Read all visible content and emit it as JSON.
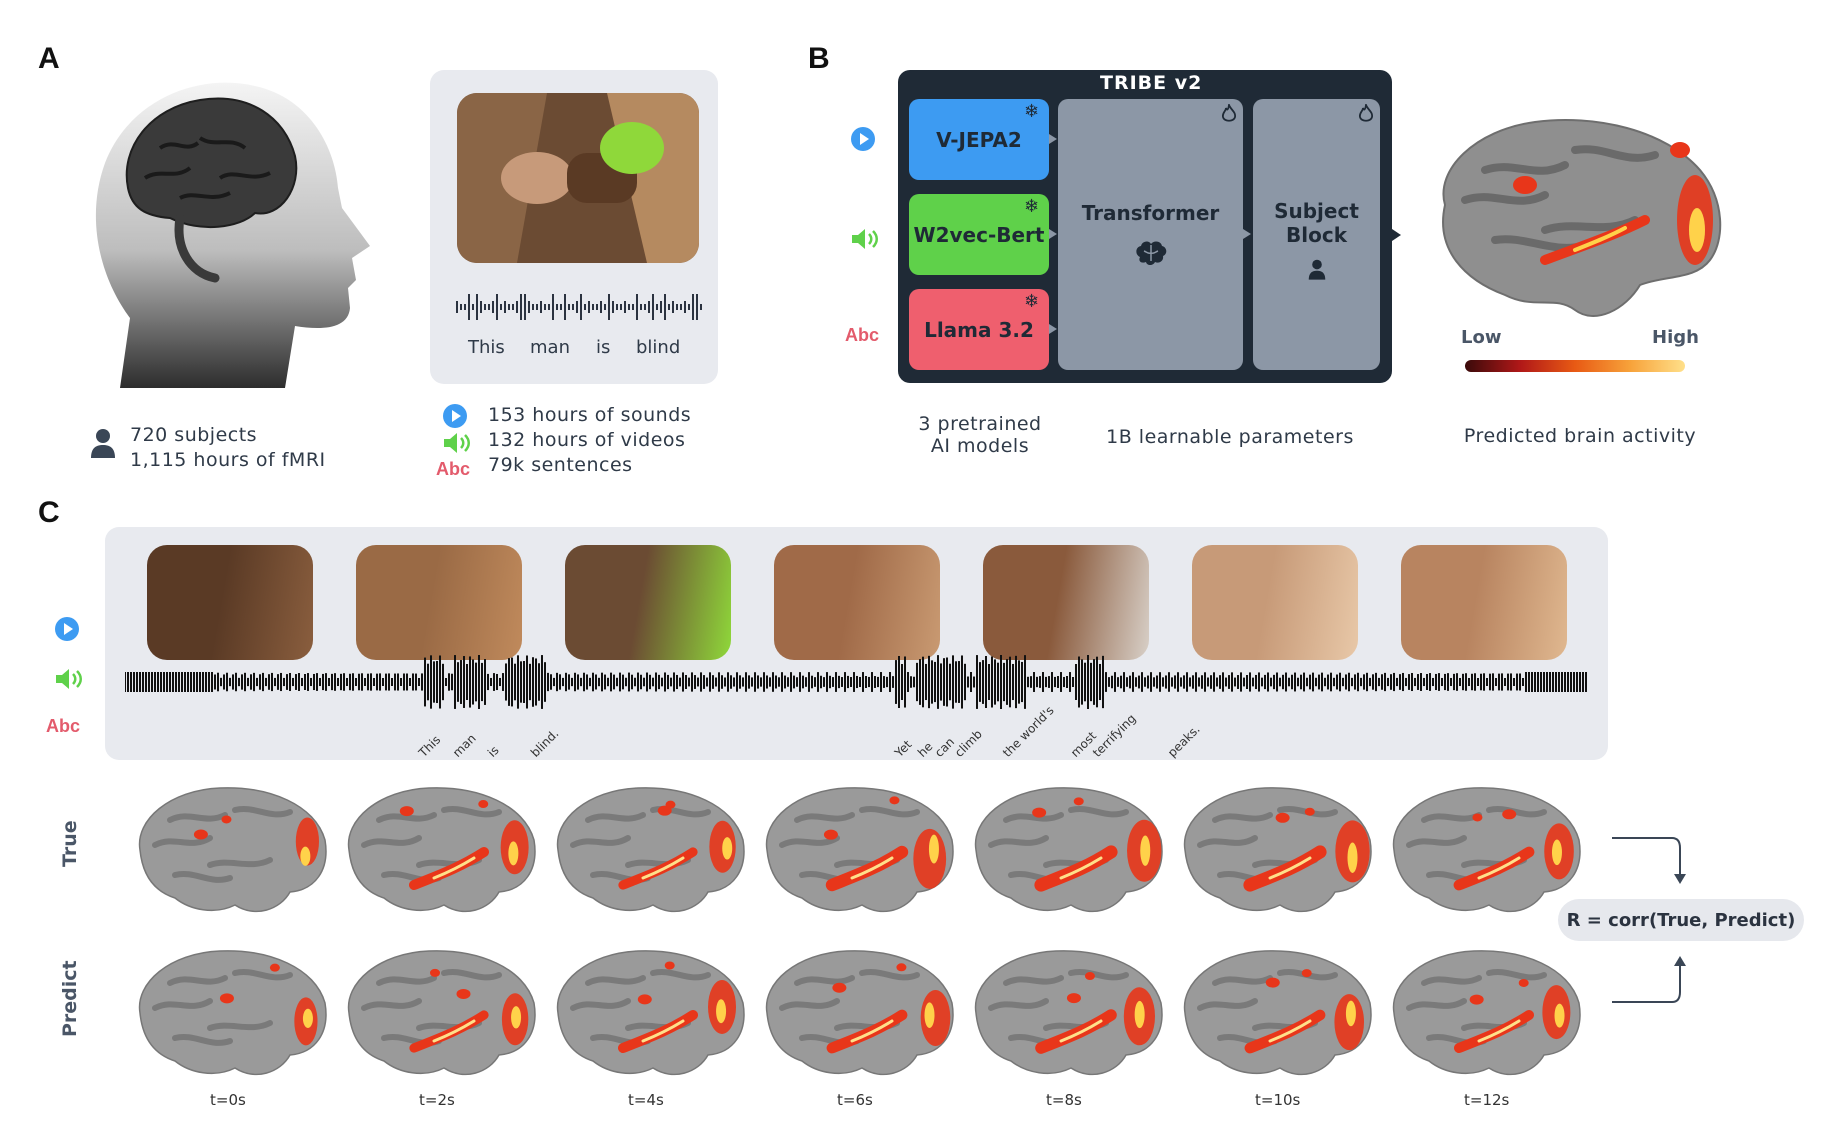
{
  "panels": {
    "a": "A",
    "b": "B",
    "c": "C"
  },
  "panel_a": {
    "subjects": "720  subjects",
    "fmri_hours": "1,115  hours  of  fMRI",
    "transcript_words": [
      "This",
      "man",
      "is",
      "blind"
    ],
    "stats": {
      "sounds": "153  hours  of  sounds",
      "videos": "132  hours  of  videos",
      "sentences": "79k  sentences"
    },
    "text_modality_label": "Abc"
  },
  "panel_b": {
    "title": "TRIBE  v2",
    "models": [
      {
        "label": "V-JEPA2",
        "color": "#3d9bf2"
      },
      {
        "label": "W2vec-Bert",
        "color": "#5fd14a"
      },
      {
        "label": "Llama  3.2",
        "color": "#ef5f6e"
      }
    ],
    "transformer": "Transformer",
    "subject_block_line1": "Subject",
    "subject_block_line2": "Block",
    "text_modality_label": "Abc",
    "captions": {
      "pretrained_line1": "3  pretrained",
      "pretrained_line2": "AI  models",
      "learnable": "1B  learnable  parameters",
      "predicted": "Predicted  brain  activity"
    },
    "colorbar": {
      "low": "Low",
      "high": "High"
    }
  },
  "panel_c": {
    "text_modality_label": "Abc",
    "transcript": [
      "This",
      "man",
      "is",
      "blind.",
      "Yet",
      "he",
      "can",
      "climb",
      "the world's",
      "most",
      "terrifying",
      "peaks."
    ],
    "row_labels": {
      "true": "True",
      "predict": "Predict"
    },
    "time_labels": [
      "t=0s",
      "t=2s",
      "t=4s",
      "t=6s",
      "t=8s",
      "t=10s",
      "t=12s"
    ],
    "correlation": "R = corr(True, Predict)"
  },
  "icons": [
    "person-icon",
    "video-play-icon",
    "speaker-icon",
    "snowflake-icon",
    "flame-icon",
    "brain-icon",
    "arrow-icon"
  ]
}
